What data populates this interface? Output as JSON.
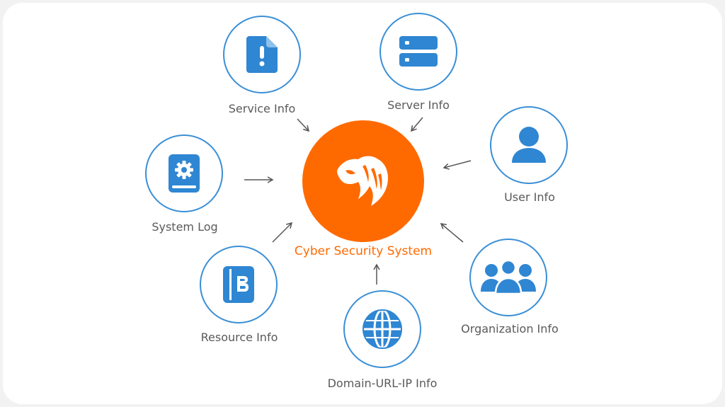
{
  "center": {
    "label": "Cyber Security System",
    "icon": "tiger-icon"
  },
  "nodes": [
    {
      "id": "service",
      "label": "Service Info",
      "icon": "document-alert-icon"
    },
    {
      "id": "server",
      "label": "Server Info",
      "icon": "server-icon"
    },
    {
      "id": "user",
      "label": "User Info",
      "icon": "user-icon"
    },
    {
      "id": "organization",
      "label": "Organization Info",
      "icon": "group-icon"
    },
    {
      "id": "domain",
      "label": "Domain-URL-IP Info",
      "icon": "globe-icon"
    },
    {
      "id": "resource",
      "label": "Resource Info",
      "icon": "notebook-icon"
    },
    {
      "id": "systemlog",
      "label": "System Log",
      "icon": "gear-book-icon"
    }
  ],
  "colors": {
    "accent": "#ff6a00",
    "node_border": "#3a8fd6",
    "icon": "#2f86d2",
    "label": "#5a5a5a",
    "arrow": "#555555"
  }
}
